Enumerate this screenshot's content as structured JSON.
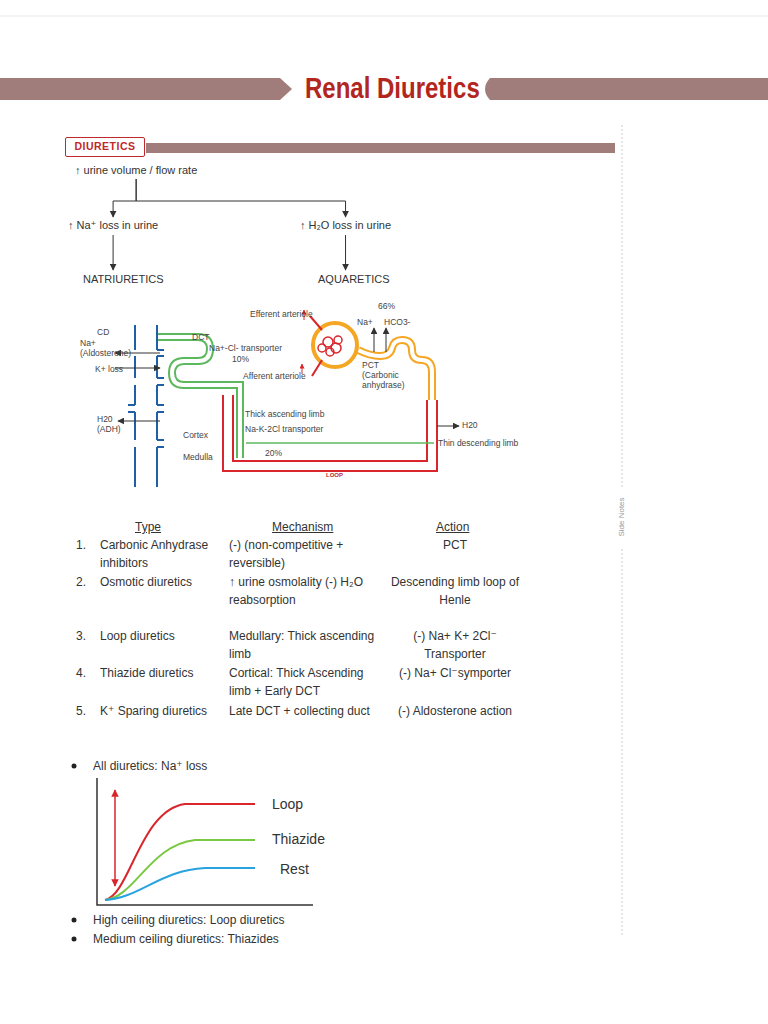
{
  "diagram": {
    "title": "Renal Diuretics",
    "nodes": [
      {
        "text": [
          "DIURETICS"
        ]
      },
      {
        "text": [
          "↑ urine volume / flow rate"
        ]
      },
      {
        "text": [
          "↑ Na⁺ loss in urine"
        ]
      },
      {
        "text": [
          "↑ H₂O loss in urine"
        ]
      },
      {
        "text": [
          "NATRIURETICS"
        ]
      },
      {
        "text": [
          "AQUARETICS"
        ]
      }
    ],
    "edges": [
      {
        "from": 1,
        "to": 2,
        "arrow": "to"
      },
      {
        "from": 1,
        "to": 3,
        "arrow": "to"
      },
      {
        "from": 2,
        "to": 4,
        "arrow": "to"
      },
      {
        "from": 3,
        "to": 5,
        "arrow": "to"
      }
    ],
    "labels": [
      "Efferent arteriole",
      "66%",
      "Na+",
      "HCO3-",
      "CD",
      "Na+ (Aldosterone)",
      "DCT",
      "Na+-Cl- transporter",
      "10%",
      "PCT (Carbonic anhydrase)",
      "K+ loss",
      "Afferent arteriole",
      "H20 (ADH)",
      "Thick ascending limb",
      "Na-K-2Cl transporter",
      "H20",
      "Cortex",
      "Thin descending limb",
      "Medulla",
      "20%",
      "LOOP",
      "Type",
      "Mechanism",
      "Action",
      "1.",
      "Carbonic Anhydrase inhibitors",
      "(-) (non-competitive + reversible)",
      "PCT",
      "2.",
      "Osmotic diuretics",
      "↑ urine osmolality (-) H₂O reabsorption",
      "Descending limb loop of Henle",
      "3.",
      "Loop diuretics",
      "Medullary: Thick ascending limb",
      "(-) Na+ K+ 2Cl⁻ Transporter",
      "4.",
      "Thiazide diuretics",
      "Cortical: Thick Ascending limb + Early DCT",
      "(-) Na+ Cl⁻symporter",
      "5.",
      "K⁺ Sparing diuretics",
      "Late DCT + collecting duct",
      "(-) Aldosterone action",
      "All diuretics: Na⁺ loss",
      "Loop",
      "Thiazide",
      "Rest",
      "High ceiling diuretics: Loop diuretics",
      "Medium ceiling diuretics: Thiazides",
      "Side Notes"
    ]
  }
}
